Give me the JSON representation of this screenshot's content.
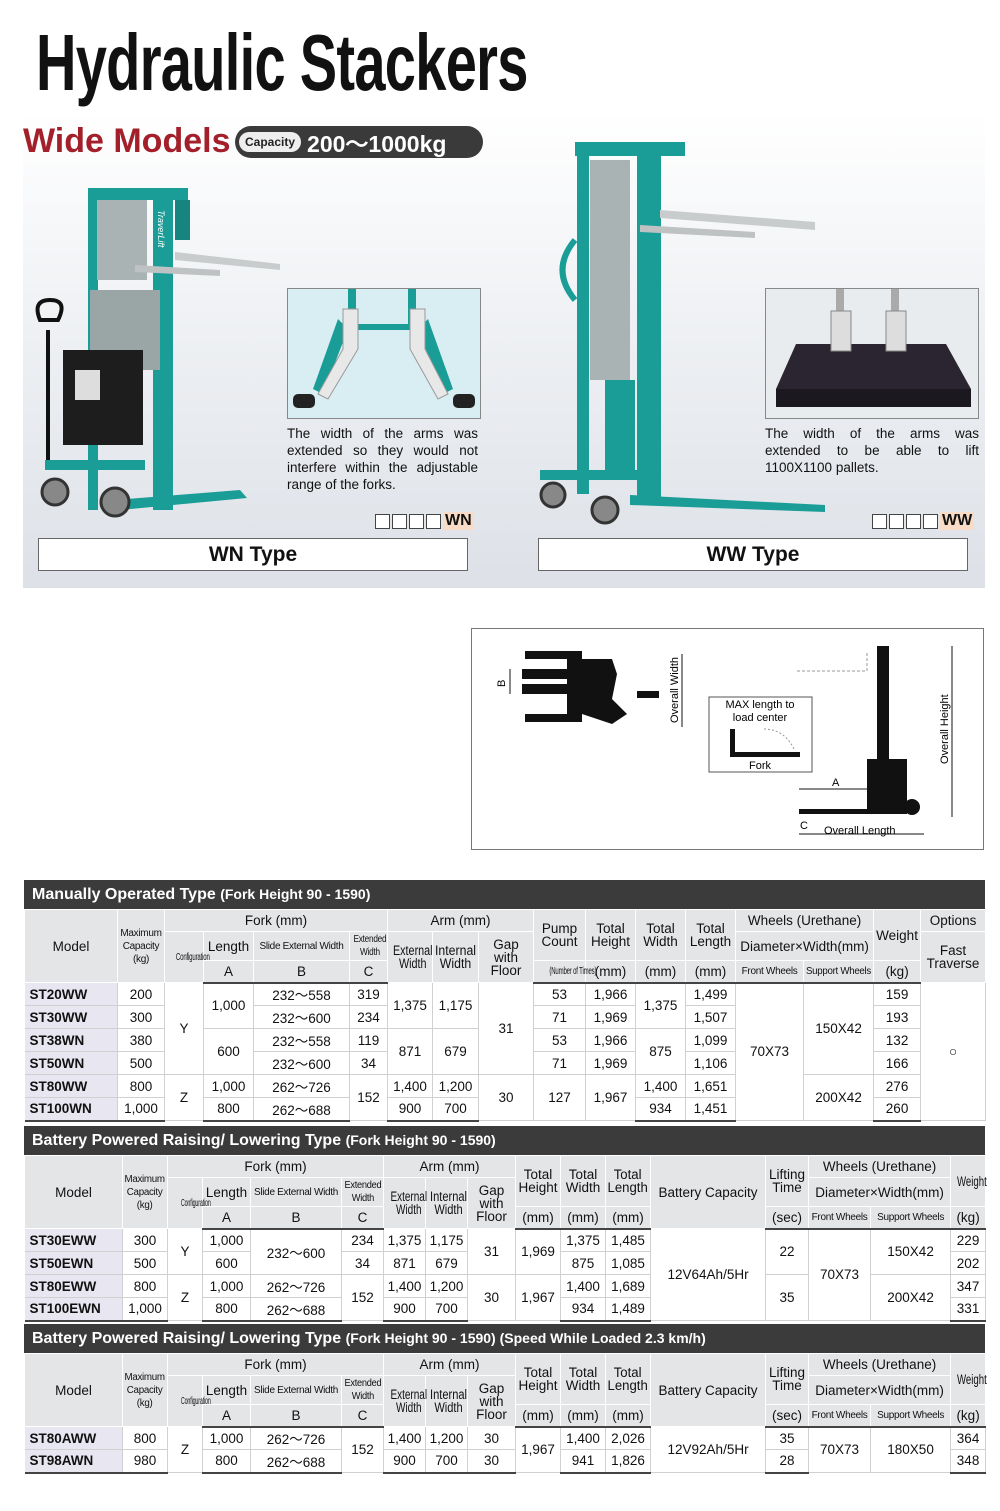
{
  "page_title": "Hydraulic Stackers",
  "series": {
    "heading": "Wide Models",
    "capacity_label": "Capacity",
    "capacity_value": "200～1000kg"
  },
  "brand_on_mast": "TraverLift",
  "wn": {
    "caption": "The width of the arms was extended so they would not interfere within the adjustable range of the forks.",
    "code_suffix": "WN",
    "type_label": "WN Type"
  },
  "ww": {
    "caption": "The width of the arms was extended to be able to lift 1100X1100 pallets.",
    "code_suffix": "WW",
    "type_label": "WW Type"
  },
  "diagram": {
    "labels": {
      "b": "B",
      "overall_width": "Overall Width",
      "max_length": "MAX length to load center",
      "fork": "Fork",
      "a": "A",
      "c": "C",
      "overall_length": "Overall Length",
      "overall_height": "Overall Height"
    }
  },
  "colors": {
    "accent": "#a3202b",
    "teal": "#1a9d97",
    "title_bar": "#3b3b3b",
    "header_bg": "#e4e5e7",
    "model_bg": "#e8e7f1"
  },
  "tables": [
    {
      "title": "Manually Operated Type",
      "subtitle": "(Fork Height 90 - 1590)",
      "head": [
        [
          {
            "t": "Model",
            "rs": 3
          },
          {
            "t": "Maximum\nCapacity\n(kg)",
            "rs": 3
          },
          {
            "t": "Fork (mm)",
            "cs": 4
          },
          {
            "t": "Arm (mm)",
            "cs": 3
          },
          {
            "t": "Pump\nCount",
            "rs": 2
          },
          {
            "t": "Total\nHeight",
            "rs": 2
          },
          {
            "t": "Total\nWidth",
            "rs": 2
          },
          {
            "t": "Total\nLength",
            "rs": 2
          },
          {
            "t": "Wheels (Urethane)",
            "cs": 2
          },
          {
            "t": "Weight",
            "rs": 2
          },
          {
            "t": "Options"
          }
        ],
        [
          {
            "t": "Configuration",
            "rs": 2
          },
          {
            "t": "Length"
          },
          {
            "t": "Slide External Width"
          },
          {
            "t": "Extended\nWidth"
          },
          {
            "t": "External\nWidth",
            "rs": 2
          },
          {
            "t": "Internal\nWidth",
            "rs": 2
          },
          {
            "t": "Gap\nwith\nFloor",
            "rs": 2
          },
          {
            "t": "Diameter×Width(mm)",
            "cs": 2
          },
          {
            "t": "Fast\nTraverse",
            "rs": 2
          }
        ],
        [
          {
            "t": "A"
          },
          {
            "t": "B"
          },
          {
            "t": "C"
          },
          {
            "t": "(Number of Times)"
          },
          {
            "t": "(mm)"
          },
          {
            "t": "(mm)"
          },
          {
            "t": "(mm)"
          },
          {
            "t": "Front Wheels"
          },
          {
            "t": "Support Wheels"
          },
          {
            "t": "(kg)"
          }
        ]
      ],
      "body": [
        [
          "ST20WW",
          "200",
          {
            "t": "Y",
            "rs": 4
          },
          {
            "t": "1,000",
            "rs": 2
          },
          "232～558",
          "319",
          {
            "t": "1,375",
            "rs": 2
          },
          {
            "t": "1,175",
            "rs": 2
          },
          {
            "t": "31",
            "rs": 4
          },
          "53",
          "1,966",
          {
            "t": "1,375",
            "rs": 2
          },
          "1,499",
          {
            "t": "70X73",
            "rs": 6
          },
          {
            "t": "150X42",
            "rs": 4
          },
          "159",
          {
            "t": "○",
            "rs": 6
          }
        ],
        [
          "ST30WW",
          "300",
          "232～600",
          "234",
          "71",
          "1,969",
          "1,507",
          "193"
        ],
        [
          "ST38WN",
          "380",
          {
            "t": "600",
            "rs": 2
          },
          "232～558",
          "119",
          {
            "t": "871",
            "rs": 2
          },
          {
            "t": "679",
            "rs": 2
          },
          "53",
          "1,966",
          {
            "t": "875",
            "rs": 2
          },
          "1,099",
          "132"
        ],
        [
          "ST50WN",
          "500",
          "232～600",
          "34",
          "71",
          "1,969",
          "1,106",
          "166"
        ],
        [
          "ST80WW",
          "800",
          {
            "t": "Z",
            "rs": 2
          },
          "1,000",
          "262～726",
          {
            "t": "152",
            "rs": 2
          },
          "1,400",
          "1,200",
          {
            "t": "30",
            "rs": 2
          },
          {
            "t": "127",
            "rs": 2
          },
          {
            "t": "1,967",
            "rs": 2
          },
          "1,400",
          "1,651",
          {
            "t": "200X42",
            "rs": 2
          },
          "276"
        ],
        [
          "ST100WN",
          "1,000",
          "800",
          "262～688",
          "900",
          "700",
          "934",
          "1,451",
          "260"
        ]
      ]
    },
    {
      "title": "Battery Powered Raising/ Lowering Type",
      "subtitle": "(Fork Height 90 - 1590)",
      "head": [
        [
          {
            "t": "Model",
            "rs": 3
          },
          {
            "t": "Maximum\nCapacity\n(kg)",
            "rs": 3
          },
          {
            "t": "Fork (mm)",
            "cs": 4
          },
          {
            "t": "Arm (mm)",
            "cs": 3
          },
          {
            "t": "Total\nHeight",
            "rs": 2
          },
          {
            "t": "Total\nWidth",
            "rs": 2
          },
          {
            "t": "Total\nLength",
            "rs": 2
          },
          {
            "t": "Battery Capacity",
            "rs": 3
          },
          {
            "t": "Lifting\nTime",
            "rs": 2
          },
          {
            "t": "Wheels (Urethane)",
            "cs": 2
          },
          {
            "t": "Weight",
            "rs": 2
          }
        ],
        [
          {
            "t": "Configuration",
            "rs": 2
          },
          {
            "t": "Length"
          },
          {
            "t": "Slide External Width"
          },
          {
            "t": "Extended\nWidth"
          },
          {
            "t": "External\nWidth",
            "rs": 2
          },
          {
            "t": "Internal\nWidth",
            "rs": 2
          },
          {
            "t": "Gap\nwith\nFloor",
            "rs": 2
          },
          {
            "t": "Diameter×Width(mm)",
            "cs": 2
          }
        ],
        [
          {
            "t": "A"
          },
          {
            "t": "B"
          },
          {
            "t": "C"
          },
          {
            "t": "(mm)"
          },
          {
            "t": "(mm)"
          },
          {
            "t": "(mm)"
          },
          {
            "t": "(sec)"
          },
          {
            "t": "Front Wheels"
          },
          {
            "t": "Support Wheels"
          },
          {
            "t": "(kg)"
          }
        ]
      ],
      "body": [
        [
          "ST30EWW",
          "300",
          {
            "t": "Y",
            "rs": 2
          },
          "1,000",
          {
            "t": "232～600",
            "rs": 2
          },
          "234",
          "1,375",
          "1,175",
          {
            "t": "31",
            "rs": 2
          },
          {
            "t": "1,969",
            "rs": 2
          },
          "1,375",
          "1,485",
          {
            "t": "12V64Ah/5Hr",
            "rs": 4
          },
          {
            "t": "22",
            "rs": 2
          },
          {
            "t": "70X73",
            "rs": 4
          },
          {
            "t": "150X42",
            "rs": 2
          },
          "229"
        ],
        [
          "ST50EWN",
          "500",
          "600",
          "34",
          "871",
          "679",
          "875",
          "1,085",
          "202"
        ],
        [
          "ST80EWW",
          "800",
          {
            "t": "Z",
            "rs": 2
          },
          "1,000",
          "262～726",
          {
            "t": "152",
            "rs": 2
          },
          "1,400",
          "1,200",
          {
            "t": "30",
            "rs": 2
          },
          {
            "t": "1,967",
            "rs": 2
          },
          "1,400",
          "1,689",
          {
            "t": "35",
            "rs": 2
          },
          {
            "t": "200X42",
            "rs": 2
          },
          "347"
        ],
        [
          "ST100EWN",
          "1,000",
          "800",
          "262～688",
          "900",
          "700",
          "934",
          "1,489",
          "331"
        ]
      ]
    },
    {
      "title": "Battery Powered Raising/ Lowering Type",
      "subtitle": "(Fork Height 90 - 1590) (Speed While Loaded 2.3 km/h)",
      "head": [
        [
          {
            "t": "Model",
            "rs": 3
          },
          {
            "t": "Maximum\nCapacity\n(kg)",
            "rs": 3
          },
          {
            "t": "Fork (mm)",
            "cs": 4
          },
          {
            "t": "Arm (mm)",
            "cs": 3
          },
          {
            "t": "Total\nHeight",
            "rs": 2
          },
          {
            "t": "Total\nWidth",
            "rs": 2
          },
          {
            "t": "Total\nLength",
            "rs": 2
          },
          {
            "t": "Battery Capacity",
            "rs": 3
          },
          {
            "t": "Lifting\nTime",
            "rs": 2
          },
          {
            "t": "Wheels (Urethane)",
            "cs": 2
          },
          {
            "t": "Weight",
            "rs": 2
          }
        ],
        [
          {
            "t": "Configuration",
            "rs": 2
          },
          {
            "t": "Length"
          },
          {
            "t": "Slide External Width"
          },
          {
            "t": "Extended\nWidth"
          },
          {
            "t": "External\nWidth",
            "rs": 2
          },
          {
            "t": "Internal\nWidth",
            "rs": 2
          },
          {
            "t": "Gap\nwith\nFloor",
            "rs": 2
          },
          {
            "t": "Diameter×Width(mm)",
            "cs": 2
          }
        ],
        [
          {
            "t": "A"
          },
          {
            "t": "B"
          },
          {
            "t": "C"
          },
          {
            "t": "(mm)"
          },
          {
            "t": "(mm)"
          },
          {
            "t": "(mm)"
          },
          {
            "t": "(sec)"
          },
          {
            "t": "Front Wheels"
          },
          {
            "t": "Support Wheels"
          },
          {
            "t": "(kg)"
          }
        ]
      ],
      "body": [
        [
          "ST80AWW",
          "800",
          {
            "t": "Z",
            "rs": 2
          },
          "1,000",
          "262～726",
          {
            "t": "152",
            "rs": 2
          },
          "1,400",
          "1,200",
          "30",
          {
            "t": "1,967",
            "rs": 2
          },
          "1,400",
          "2,026",
          {
            "t": "12V92Ah/5Hr",
            "rs": 2
          },
          "35",
          {
            "t": "70X73",
            "rs": 2
          },
          {
            "t": "180X50",
            "rs": 2
          },
          "364"
        ],
        [
          "ST98AWN",
          "980",
          "800",
          "262～688",
          "900",
          "700",
          "30",
          "941",
          "1,826",
          "28",
          "348"
        ]
      ]
    }
  ]
}
